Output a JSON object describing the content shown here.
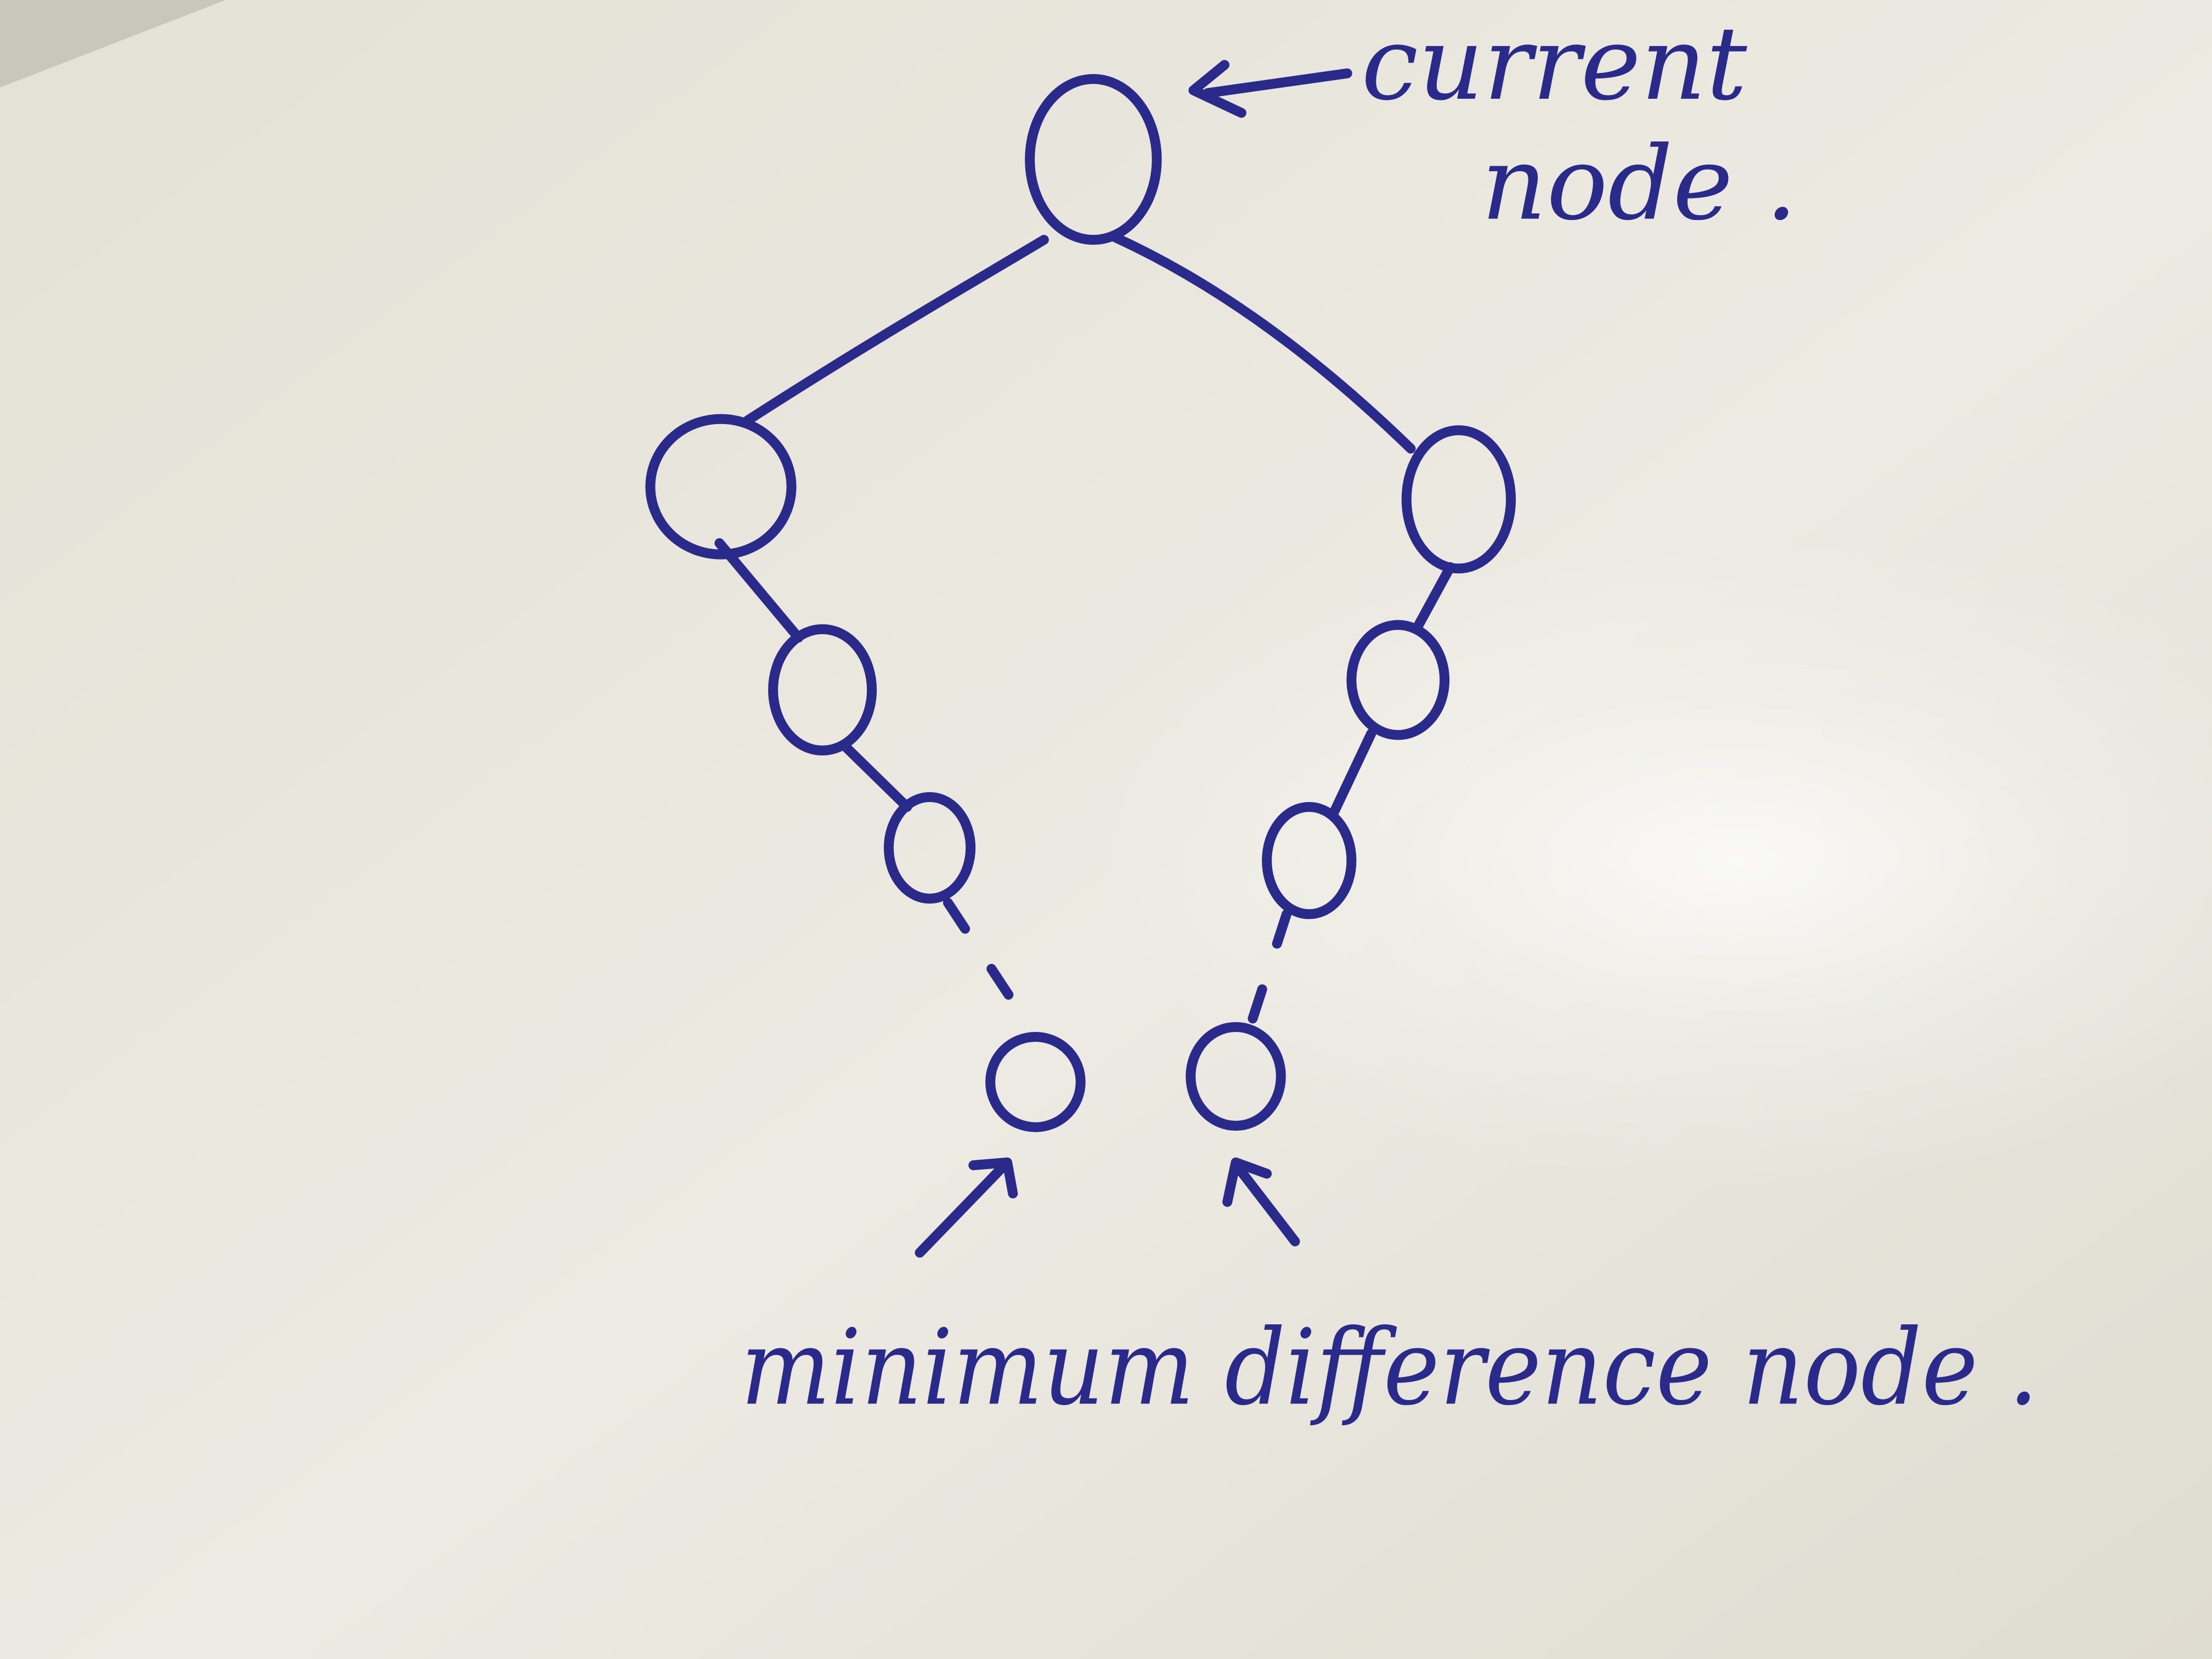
{
  "annotations": {
    "current_node_line1": "current",
    "current_node_line2": "node .",
    "minimum_difference_node": "minimum difference node ."
  },
  "colors": {
    "ink": "#2a2a8a",
    "paper": "#ebe8df"
  }
}
